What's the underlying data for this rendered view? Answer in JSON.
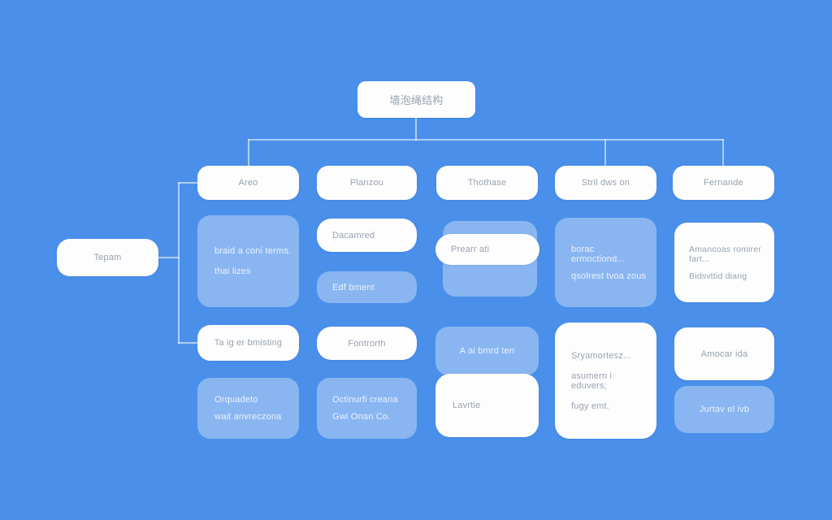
{
  "title": {
    "label": "墙泡绳结构"
  },
  "team": {
    "label": "Tepam"
  },
  "columns": [
    {
      "header": "Areo",
      "boxes": [
        {
          "lines": [
            "braid a coni terms.",
            "thai lizes"
          ]
        },
        {
          "lines": [
            "Ta ig er bmisting"
          ]
        },
        {
          "lines": [
            "Orquadeto",
            "wait anvreczona"
          ]
        }
      ]
    },
    {
      "header": "Planzou",
      "boxes": [
        {
          "lines": [
            "Dacamred"
          ]
        },
        {
          "lines": [
            "Edf bment"
          ]
        },
        {
          "lines": [
            "Fontrorth"
          ]
        },
        {
          "lines": [
            "Octinurfi creana",
            "Gwi Onan Co."
          ]
        }
      ]
    },
    {
      "header": "Thothase",
      "boxes": [
        {
          "lines": [
            "Prearr ati"
          ]
        },
        {
          "lines": [
            "A ai bmrd ten"
          ]
        },
        {
          "lines": [
            "Lavrtie"
          ]
        }
      ]
    },
    {
      "header": "Stril dws on",
      "boxes": [
        {
          "lines": [
            "borac ermoctiond...",
            "qsolrest tvoa zous"
          ]
        },
        {
          "lines": [
            "Sryamortesz...",
            "asumern i eduvers;",
            "fugy emt."
          ]
        }
      ]
    },
    {
      "header": "Fernande",
      "boxes": [
        {
          "lines": [
            "Amancoas romirer fart...",
            "Bidsvttid diang"
          ]
        },
        {
          "lines": [
            "Amocar ida"
          ]
        },
        {
          "lines": [
            "Jurtav el ivb"
          ]
        }
      ]
    }
  ],
  "colors": {
    "background": "#4a90ea",
    "node_white": "#fdfdfe",
    "node_translucent": "rgba(255,255,255,0.35)",
    "connector": "rgba(255,255,255,0.55)",
    "text_on_white": "#98a2ae",
    "text_on_translucent": "rgba(255,255,255,0.82)"
  }
}
